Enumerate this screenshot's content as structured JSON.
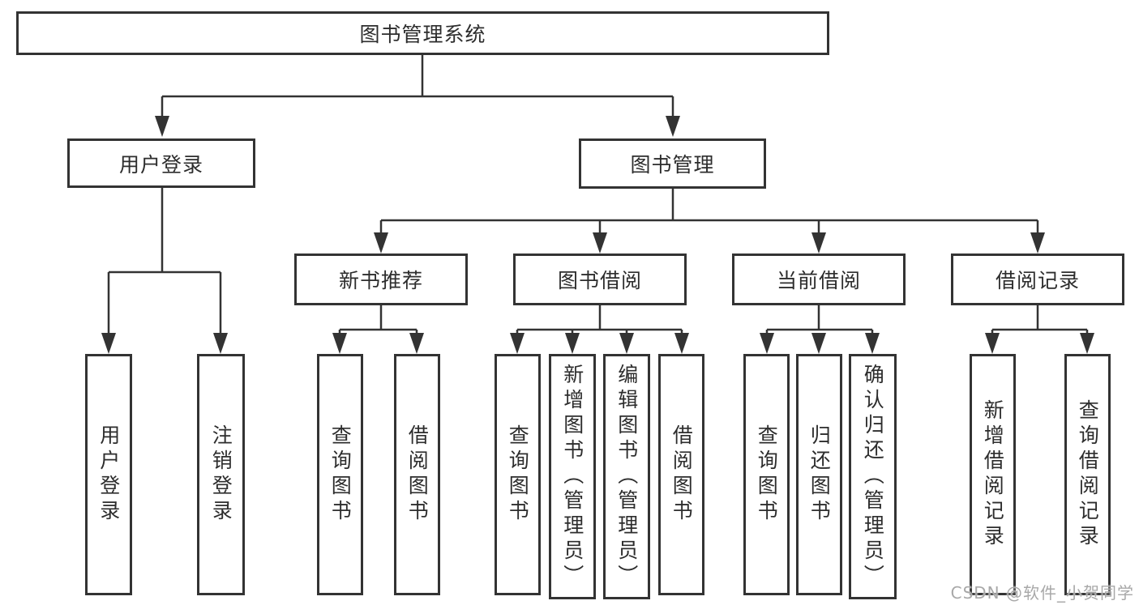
{
  "diagram": {
    "type": "hierarchy-tree",
    "watermark": "CSDN @软件_小贺同学",
    "colors": {
      "line": "#333333",
      "box_border": "#333333",
      "box_bg": "#ffffff",
      "text": "#2d2d2d",
      "watermark": "#a8a8a8"
    },
    "tree": {
      "label": "图书管理系统",
      "children": [
        {
          "label": "用户登录",
          "children": [
            {
              "label": "用户登录"
            },
            {
              "label": "注销登录"
            }
          ]
        },
        {
          "label": "图书管理",
          "children": [
            {
              "label": "新书推荐",
              "children": [
                {
                  "label": "查询图书"
                },
                {
                  "label": "借阅图书"
                }
              ]
            },
            {
              "label": "图书借阅",
              "children": [
                {
                  "label": "查询图书"
                },
                {
                  "label": "新增图书（管理员）"
                },
                {
                  "label": "编辑图书（管理员）"
                },
                {
                  "label": "借阅图书"
                }
              ]
            },
            {
              "label": "当前借阅",
              "children": [
                {
                  "label": "查询图书"
                },
                {
                  "label": "归还图书"
                },
                {
                  "label": "确认归还（管理员）"
                }
              ]
            },
            {
              "label": "借阅记录",
              "children": [
                {
                  "label": "新增借阅记录"
                },
                {
                  "label": "查询借阅记录"
                }
              ]
            }
          ]
        }
      ]
    }
  }
}
